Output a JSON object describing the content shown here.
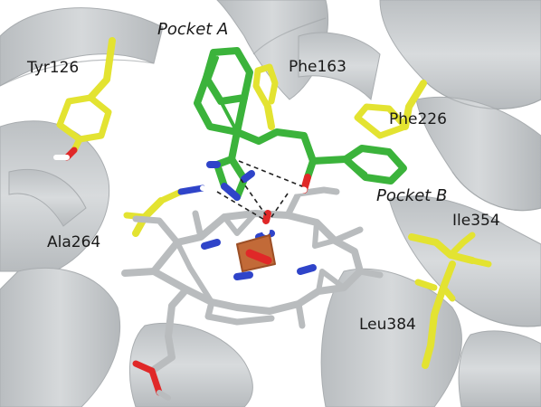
{
  "figure": {
    "labels": {
      "pocket_a": "Pocket A",
      "pocket_b": "Pocket B",
      "tyr126": "Tyr126",
      "phe163": "Phe163",
      "phe226": "Phe226",
      "ala264": "Ala264",
      "ile354": "Ile354",
      "leu384": "Leu384"
    },
    "colors": {
      "protein_ribbon": "#c8ccce",
      "ligand_carbon": "#3bb33b",
      "residue_carbon": "#e3e331",
      "heme_carbon": "#b9bcbe",
      "nitrogen": "#2f44c9",
      "oxygen": "#e02828",
      "iron": "#c26a38",
      "hbond": "#222222"
    }
  }
}
